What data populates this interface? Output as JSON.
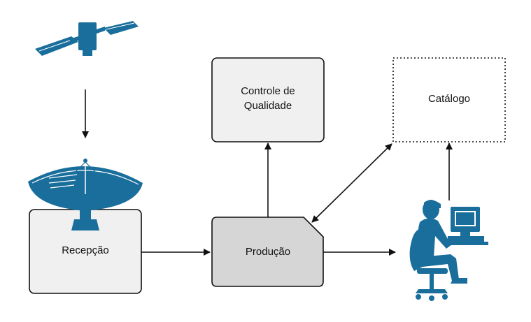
{
  "nodes": {
    "recepcao": {
      "label": "Recepção"
    },
    "producao": {
      "label": "Produção"
    },
    "controle": {
      "line1": "Controle de",
      "line2": "Qualidade"
    },
    "catalogo": {
      "label": "Catálogo"
    }
  },
  "icons": {
    "satellite": "satellite-icon",
    "dish": "satellite-dish-icon",
    "user": "user-at-computer-icon"
  },
  "colors": {
    "icon_blue": "#1a6e9c",
    "box_light": "#f0f0f0",
    "box_mid": "#d6d6d6",
    "stroke": "#111111"
  }
}
